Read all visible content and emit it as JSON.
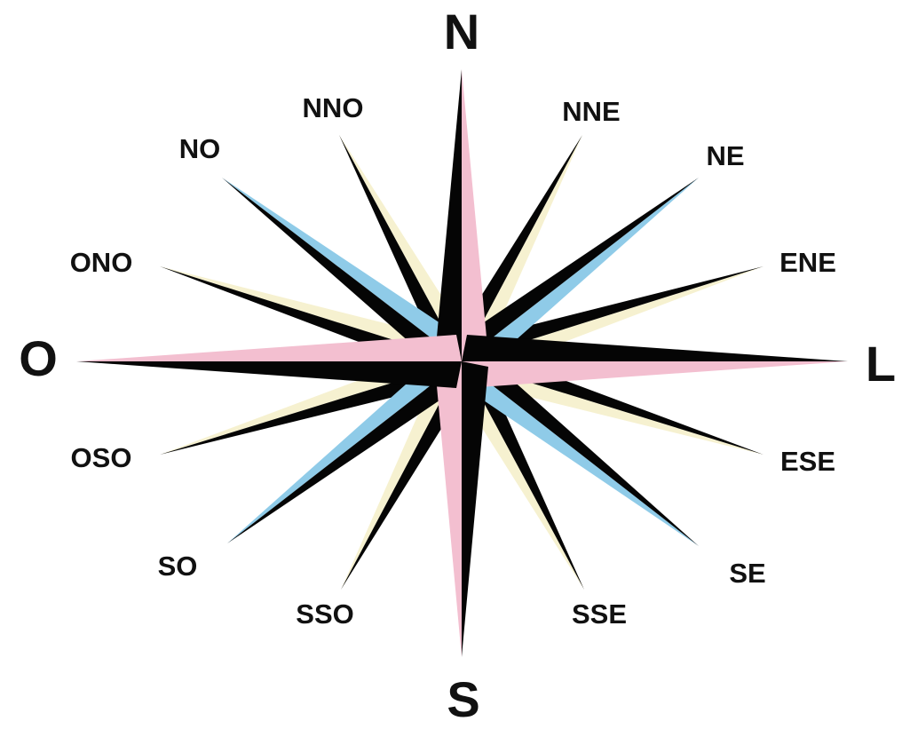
{
  "colors": {
    "cardinal_light": "#f3bfd0",
    "cardinal_dark": "#050505",
    "intercardinal_light": "#8fcbe8",
    "intercardinal_dark": "#050505",
    "secondary_light": "#f6f1d0",
    "secondary_dark": "#050505",
    "label": "#111111",
    "background": "#ffffff"
  },
  "points": [
    {
      "label": "N",
      "tier": "cardinal"
    },
    {
      "label": "NNE",
      "tier": "secondary"
    },
    {
      "label": "NE",
      "tier": "intercardinal"
    },
    {
      "label": "ENE",
      "tier": "secondary"
    },
    {
      "label": "L",
      "tier": "cardinal"
    },
    {
      "label": "ESE",
      "tier": "secondary"
    },
    {
      "label": "SE",
      "tier": "intercardinal"
    },
    {
      "label": "SSE",
      "tier": "secondary"
    },
    {
      "label": "S",
      "tier": "cardinal"
    },
    {
      "label": "SSO",
      "tier": "secondary"
    },
    {
      "label": "SO",
      "tier": "intercardinal"
    },
    {
      "label": "OSO",
      "tier": "secondary"
    },
    {
      "label": "O",
      "tier": "cardinal"
    },
    {
      "label": "ONO",
      "tier": "secondary"
    },
    {
      "label": "NO",
      "tier": "intercardinal"
    },
    {
      "label": "NNO",
      "tier": "secondary"
    }
  ]
}
